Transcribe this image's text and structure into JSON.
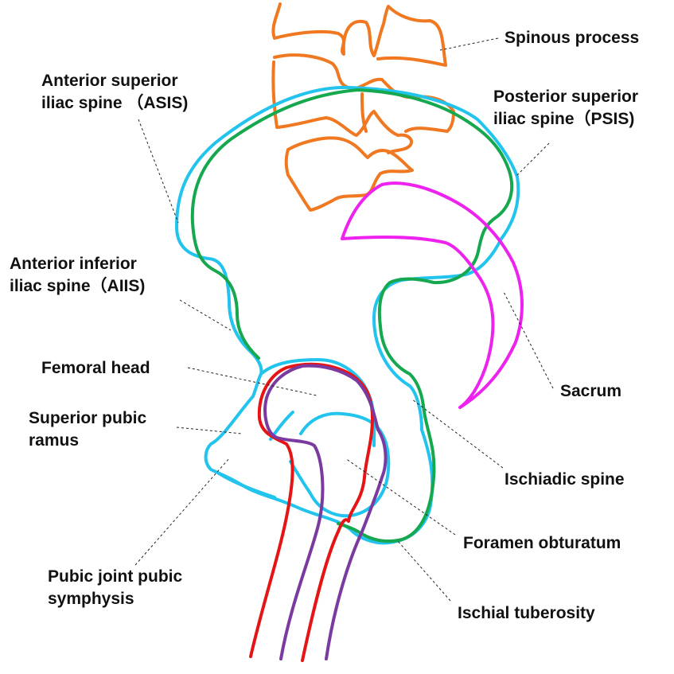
{
  "colors": {
    "spine": "#f07820",
    "pelvis_outer": "#22c4ee",
    "pelvis_inner": "#16a84e",
    "sacrum": "#ee22ee",
    "femur_red": "#e51515",
    "femur_purple": "#7a3aa0",
    "text": "#111111",
    "leader": "#222222"
  },
  "labels": {
    "spinous_process": "Spinous process",
    "asis": [
      "Anterior superior",
      "iliac spine （ASIS)"
    ],
    "psis": [
      "Posterior superior",
      "iliac spine（PSIS)"
    ],
    "aiis": [
      "Anterior inferior",
      "iliac spine（AIIS)"
    ],
    "femoral_head": "Femoral head",
    "sacrum": "Sacrum",
    "superior_pubic_ramus": [
      "Superior pubic",
      "ramus"
    ],
    "ischiadic_spine": "Ischiadic spine",
    "foramen_obturatum": "Foramen obturatum",
    "pubic_symphysis": [
      "Pubic joint pubic",
      "symphysis"
    ],
    "ischial_tuberosity": "Ischial tuberosity"
  }
}
